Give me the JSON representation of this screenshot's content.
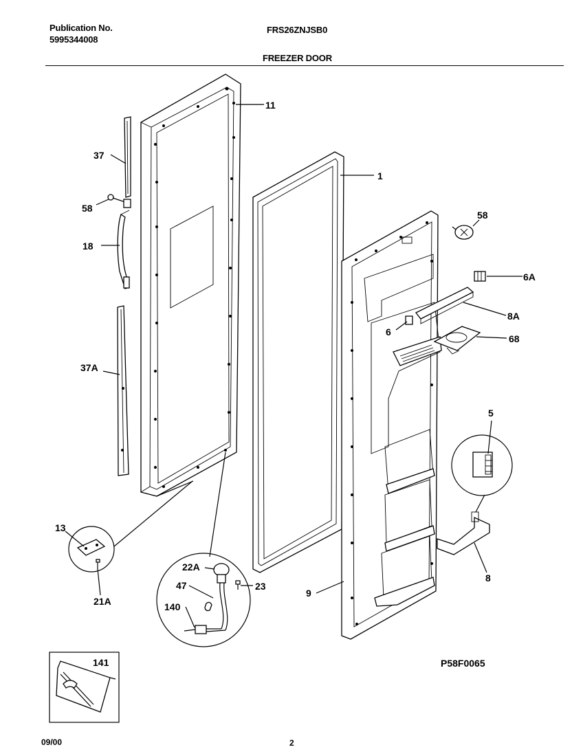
{
  "header": {
    "publication_label": "Publication No.",
    "publication_number": "5995344008",
    "model": "FRS26ZNJSB0",
    "section_title": "FREEZER DOOR"
  },
  "callouts": {
    "c11": "11",
    "c1": "1",
    "c37": "37",
    "c58_left": "58",
    "c18": "18",
    "c37A": "37A",
    "c58_right": "58",
    "c6A": "6A",
    "c8A": "8A",
    "c6": "6",
    "c68": "68",
    "c5": "5",
    "c8": "8",
    "c9": "9",
    "c13": "13",
    "c21A": "21A",
    "c22A": "22A",
    "c23": "23",
    "c47": "47",
    "c140": "140",
    "c141": "141"
  },
  "footer": {
    "diagram_id": "P58F0065",
    "date": "09/00",
    "page_number": "2"
  }
}
